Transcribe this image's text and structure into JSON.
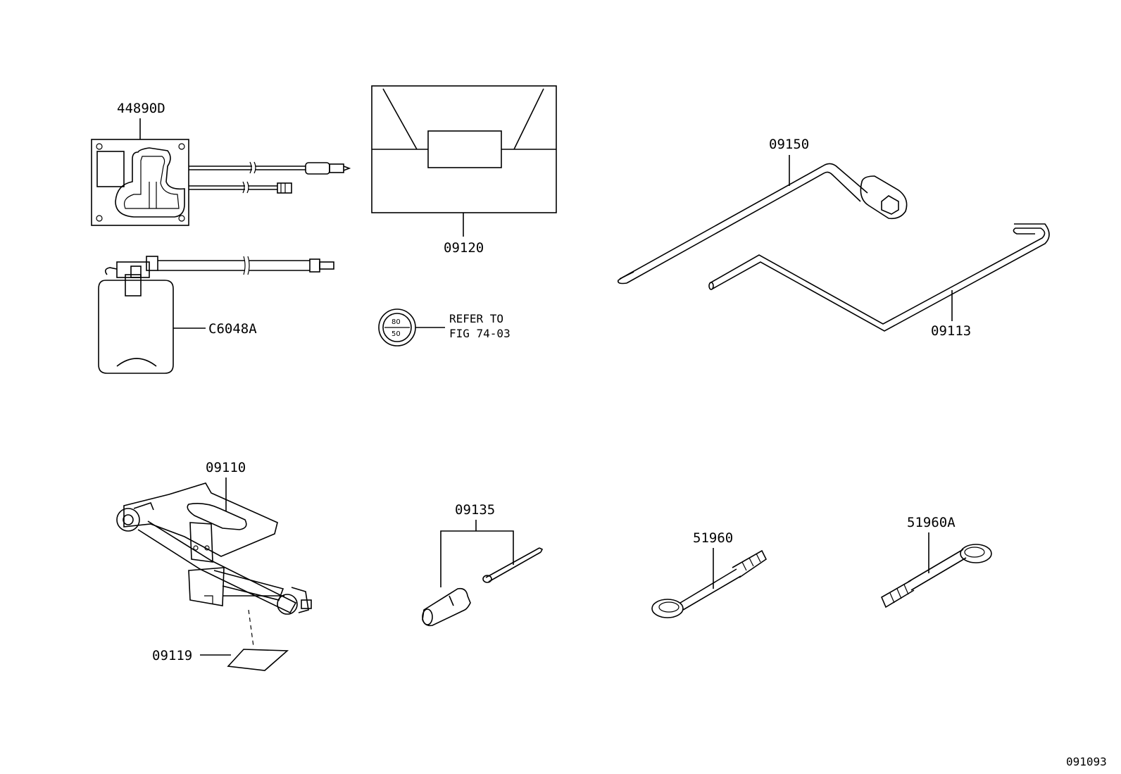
{
  "parts": {
    "p44890D": "44890D",
    "p09120": "09120",
    "p09150": "09150",
    "p09113": "09113",
    "pC6048A": "C6048A",
    "p09110": "09110",
    "p09119": "09119",
    "p09135": "09135",
    "p51960": "51960",
    "p51960A": "51960A"
  },
  "reference": {
    "line1": "REFER TO",
    "line2": "FIG 74-03",
    "badge_top": "80",
    "badge_bottom": "50"
  },
  "figure_id": "091093"
}
